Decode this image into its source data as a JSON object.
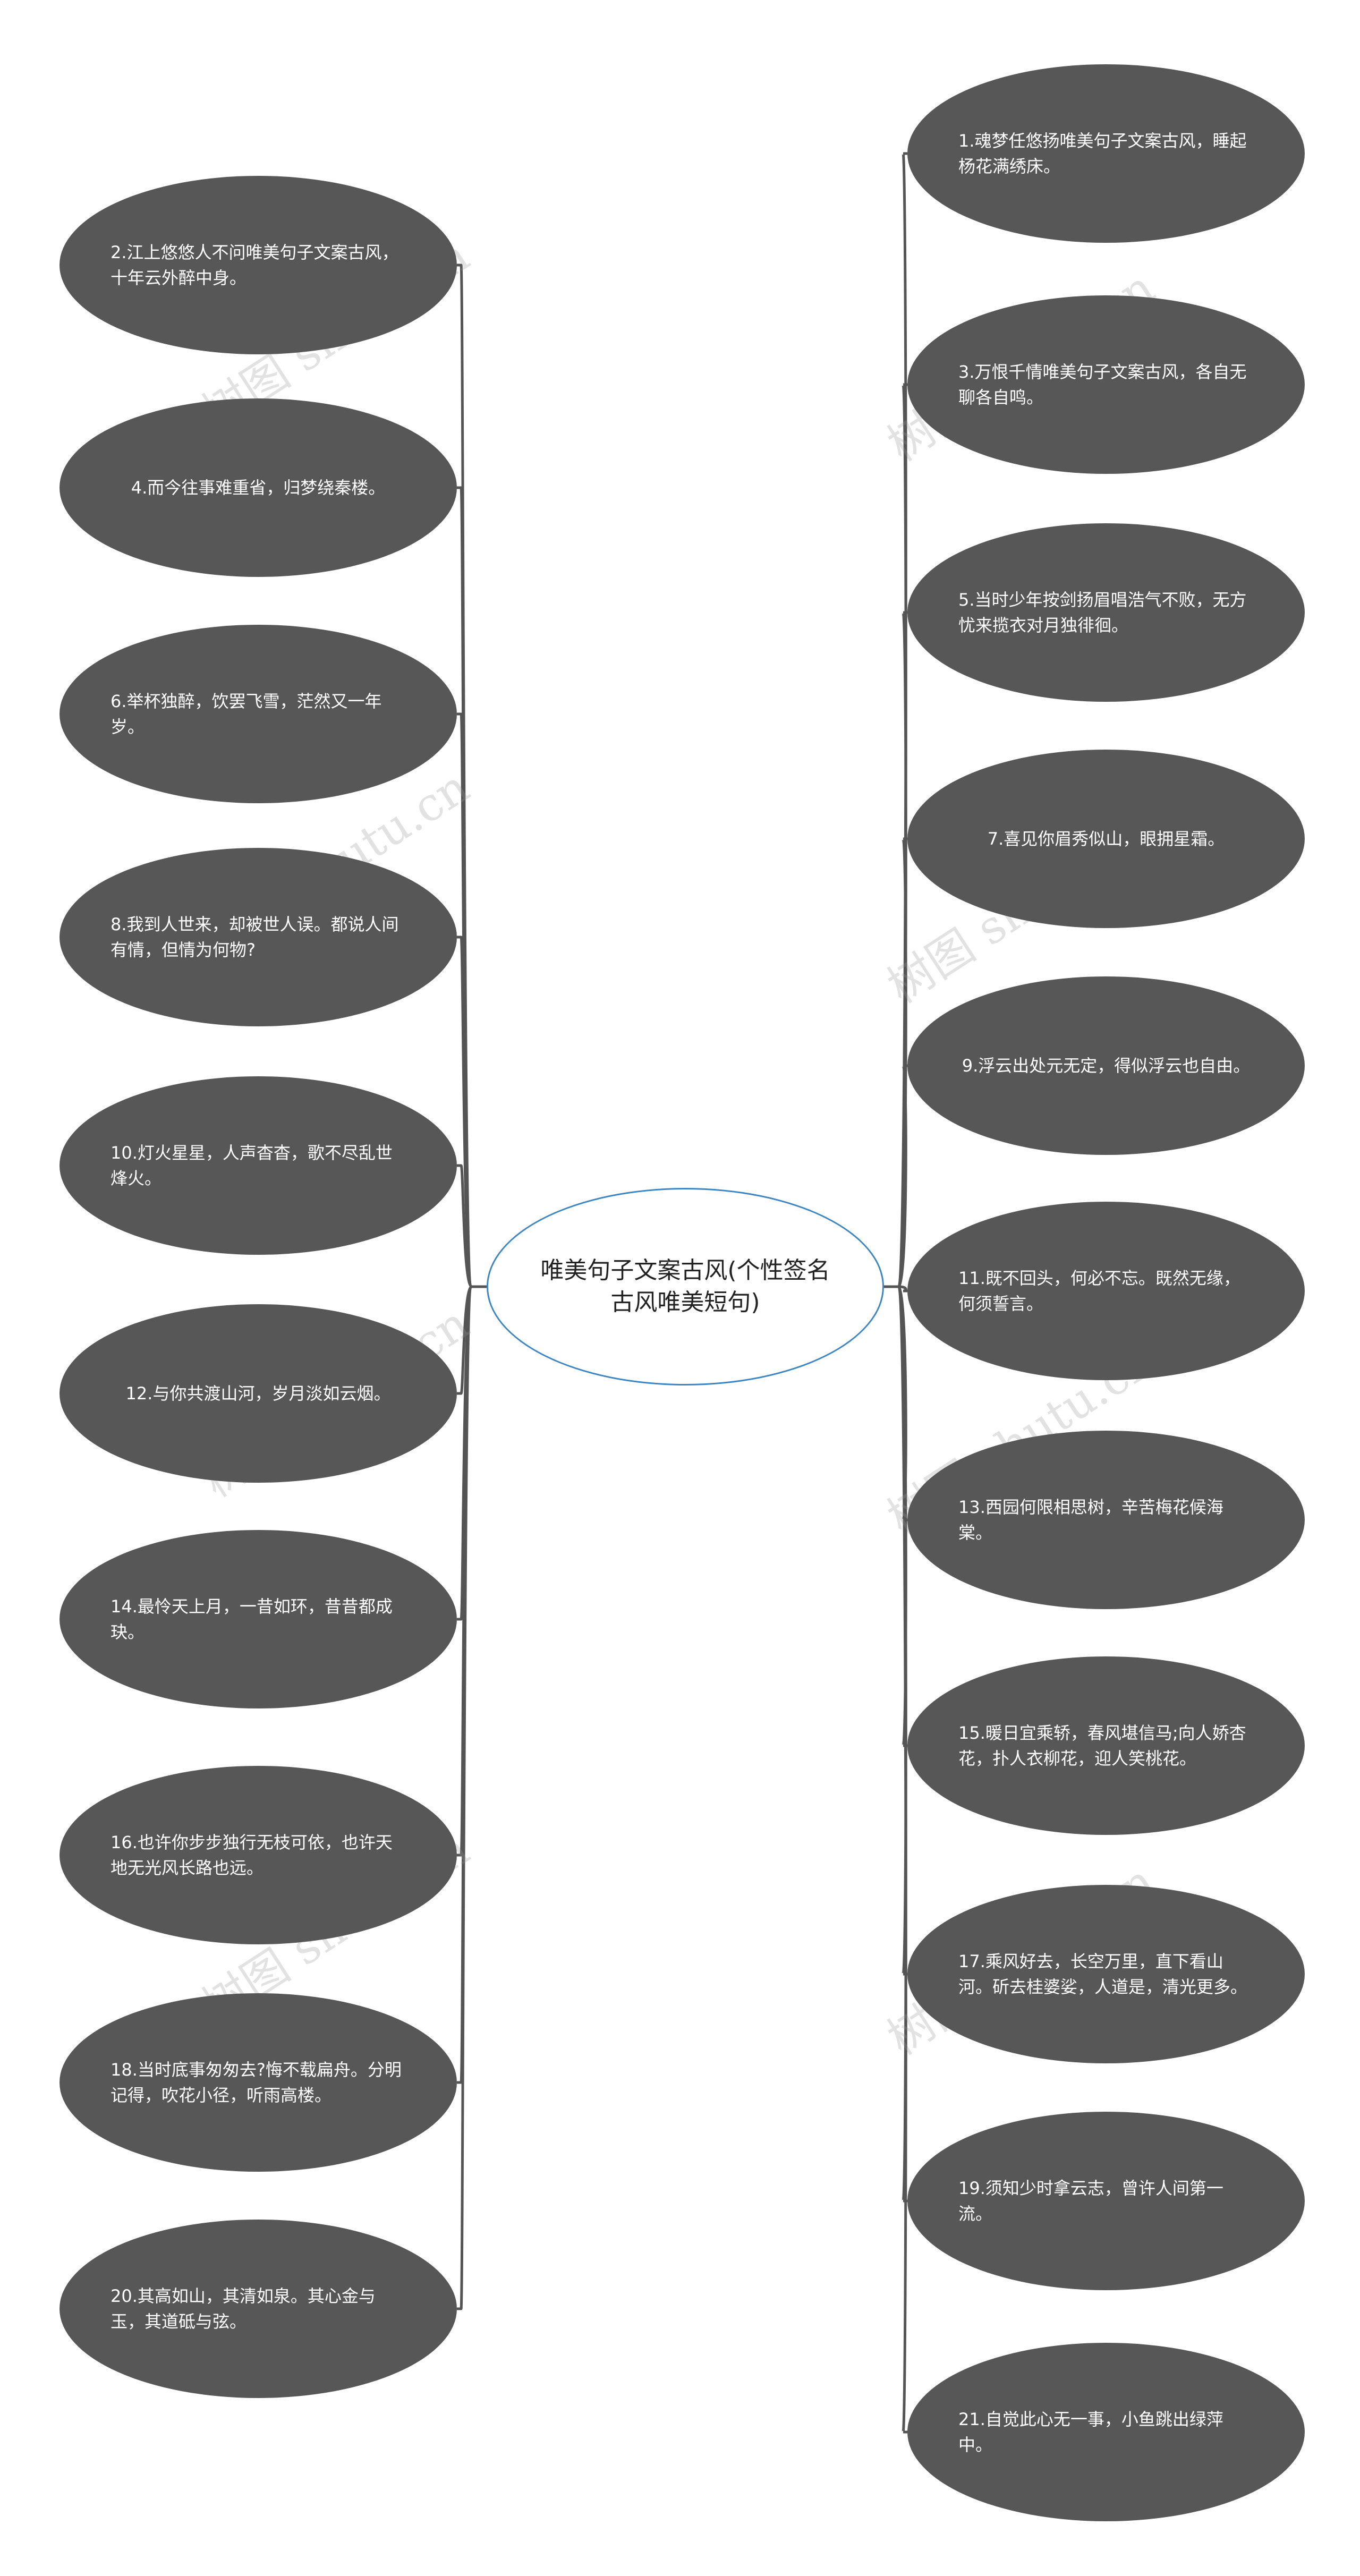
{
  "center": {
    "label": "唯美句子文案古风(个性签名古风唯美短句)"
  },
  "left_nodes": [
    {
      "text": "2.江上悠悠人不问唯美句子文案古风，十年云外醉中身。"
    },
    {
      "text": "4.而今往事难重省，归梦绕秦楼。"
    },
    {
      "text": "6.举杯独醉，饮罢飞雪，茫然又一年岁。"
    },
    {
      "text": "8.我到人世来，却被世人误。都说人间有情，但情为何物?"
    },
    {
      "text": "10.灯火星星，人声杳杳，歌不尽乱世烽火。"
    },
    {
      "text": "12.与你共渡山河，岁月淡如云烟。"
    },
    {
      "text": "14.最怜天上月，一昔如环，昔昔都成玦。"
    },
    {
      "text": "16.也许你步步独行无枝可依，也许天地无光风长路也远。"
    },
    {
      "text": "18.当时底事匆匆去?悔不载扁舟。分明记得，吹花小径，听雨高楼。"
    },
    {
      "text": "20.其高如山，其清如泉。其心金与玉，其道砥与弦。"
    }
  ],
  "right_nodes": [
    {
      "text": "1.魂梦任悠扬唯美句子文案古风，睡起杨花满绣床。"
    },
    {
      "text": "3.万恨千情唯美句子文案古风，各自无聊各自鸣。"
    },
    {
      "text": "5.当时少年按剑扬眉唱浩气不败，无方忧来揽衣对月独徘徊。"
    },
    {
      "text": "7.喜见你眉秀似山，眼拥星霜。"
    },
    {
      "text": "9.浮云出处元无定，得似浮云也自由。"
    },
    {
      "text": "11.既不回头，何必不忘。既然无缘，何须誓言。"
    },
    {
      "text": "13.西园何限相思树，辛苦梅花候海棠。"
    },
    {
      "text": "15.暖日宜乘轿，春风堪信马;向人娇杏花，扑人衣柳花，迎人笑桃花。"
    },
    {
      "text": "17.乘风好去，长空万里，直下看山河。斫去桂婆娑，人道是，清光更多。"
    },
    {
      "text": "19.须知少时拿云志，曾许人间第一流。"
    },
    {
      "text": "21.自觉此心无一事，小鱼跳出绿萍中。"
    }
  ],
  "watermarks": [
    "树图 shutu.cn",
    "树图 shutu.cn",
    "树图 shutu.cn",
    "树图 shutu.cn",
    "树图 shutu.cn",
    "树图 shutu.cn",
    "树图 shutu.cn",
    "树图 shutu.cn"
  ],
  "colors": {
    "node_fill": "#575757",
    "center_border": "#3d86c4",
    "connector": "#555555"
  }
}
